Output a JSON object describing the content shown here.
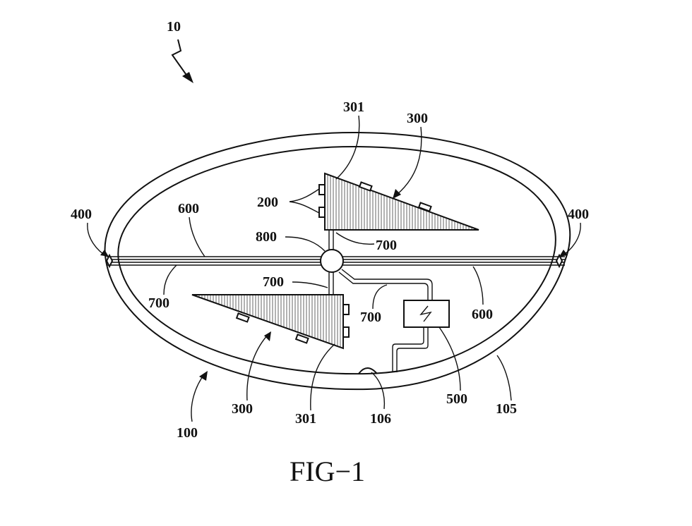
{
  "figure": {
    "caption": "FIG−1",
    "reference_numerals": {
      "assembly": "10",
      "housing": "100",
      "outer_shell": "105",
      "wall_element": "106",
      "sensors": "200",
      "panel_upper": "300",
      "panel_lower": "300",
      "panel_edge_upper": "301",
      "panel_edge_lower": "301",
      "hinge_left": "400",
      "hinge_right": "400",
      "power_unit": "500",
      "divider_left": "600",
      "divider_right": "600",
      "wiring_a": "700",
      "wiring_b": "700",
      "wiring_c": "700",
      "wiring_d": "700",
      "hub": "800"
    },
    "icons": {
      "power_unit": "lightning-bolt-icon",
      "assembly_pointer": "zigzag-arrow-icon"
    }
  }
}
